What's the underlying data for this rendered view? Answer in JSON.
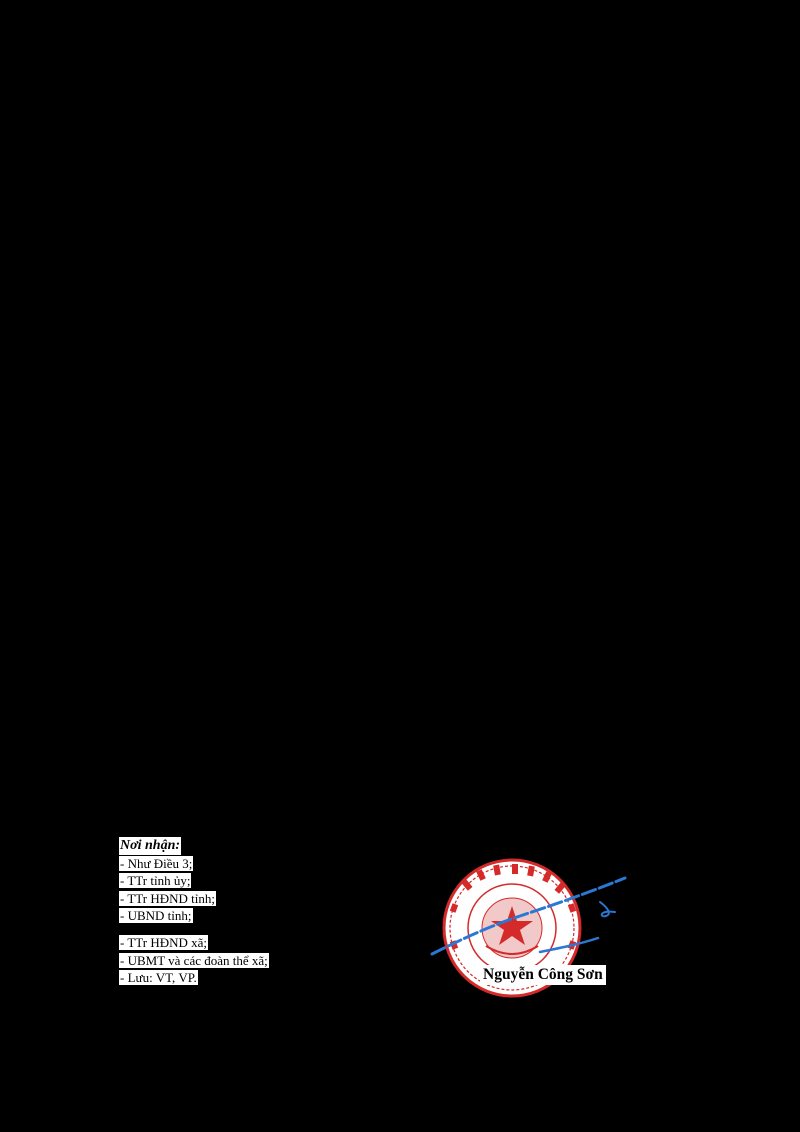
{
  "recipients": {
    "title": "Nơi nhận:",
    "lines": [
      "- Như Điều 3;",
      "- TTr tỉnh ủy;",
      "- TTr HĐND tỉnh;",
      "- UBND tỉnh;",
      "- TTr HĐND xã;",
      "- UBMT và các đoàn thể xã;",
      "- Lưu: VT, VP."
    ]
  },
  "signature": {
    "signer_name": "Nguyễn Công Sơn",
    "stamp_color": "#d42a2a",
    "ink_color": "#2a78d4"
  }
}
